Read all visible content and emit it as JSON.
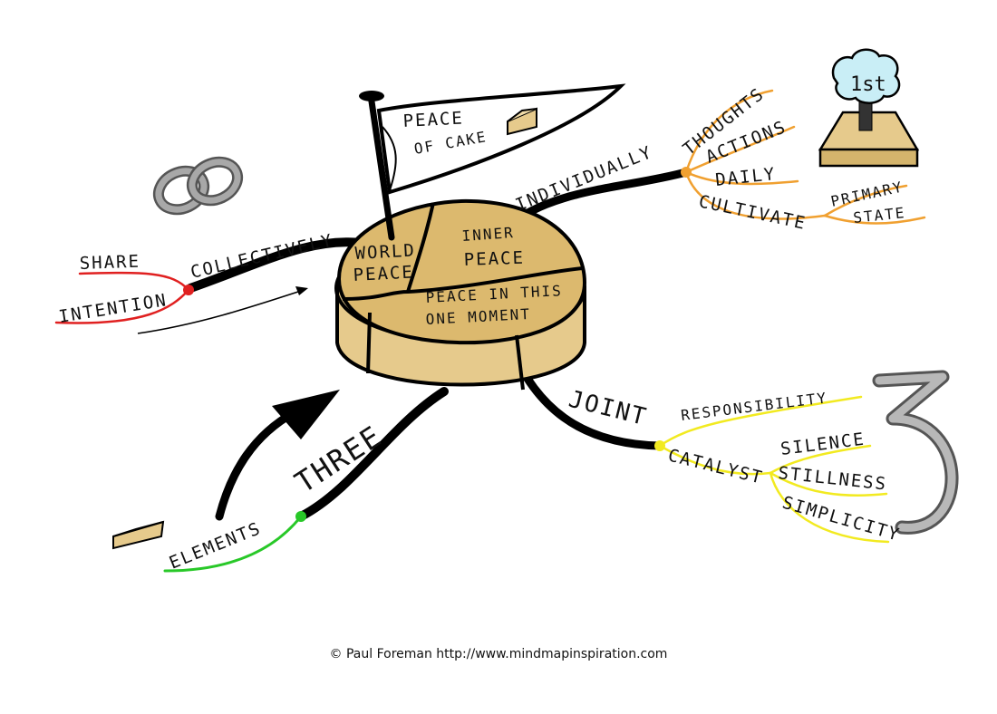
{
  "central": {
    "world_peace_line1": "WORLD",
    "world_peace_line2": "PEACE",
    "inner_peace_line1": "INNER",
    "inner_peace_line2": "PEACE",
    "moment_line1": "PEACE IN THIS",
    "moment_line2": "ONE MOMENT"
  },
  "flag": {
    "line1": "PEACE",
    "line2": "OF CAKE"
  },
  "branches": {
    "collectively": {
      "label": "COLLECTIVELY",
      "color": "#e02020",
      "children": [
        "SHARE",
        "INTENTION"
      ]
    },
    "individually": {
      "label": "INDIVIDUALLY",
      "color": "#f0a030",
      "children": [
        "THOUGHTS",
        "ACTIONS",
        "DAILY",
        "CULTIVATE",
        "PRIMARY",
        "STATE"
      ]
    },
    "joint": {
      "label": "JOINT",
      "color": "#f2ea20",
      "children": [
        "RESPONSIBILITY",
        "CATALYST",
        "SILENCE",
        "STILLNESS",
        "SIMPLICITY"
      ]
    },
    "three": {
      "label": "THREE",
      "color": "#28c828",
      "children": [
        "ELEMENTS"
      ]
    }
  },
  "podium_badge": "1st",
  "credit": "© Paul Foreman http://www.mindmapinspiration.com",
  "icons": [
    "chain-link-icon",
    "cake-slice-icon",
    "podium-icon",
    "number-three-icon",
    "pennant-flag-icon"
  ]
}
